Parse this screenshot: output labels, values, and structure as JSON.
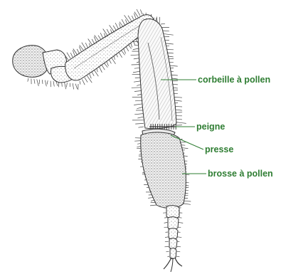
{
  "labels": {
    "corbeille": "corbeille à pollen",
    "peigne": "peigne",
    "presse": "presse",
    "brosse": "brosse à pollen"
  },
  "colors": {
    "label": "#2e7d32",
    "leader": "#2e7d32",
    "ink": "#333333",
    "background": "#ffffff"
  }
}
